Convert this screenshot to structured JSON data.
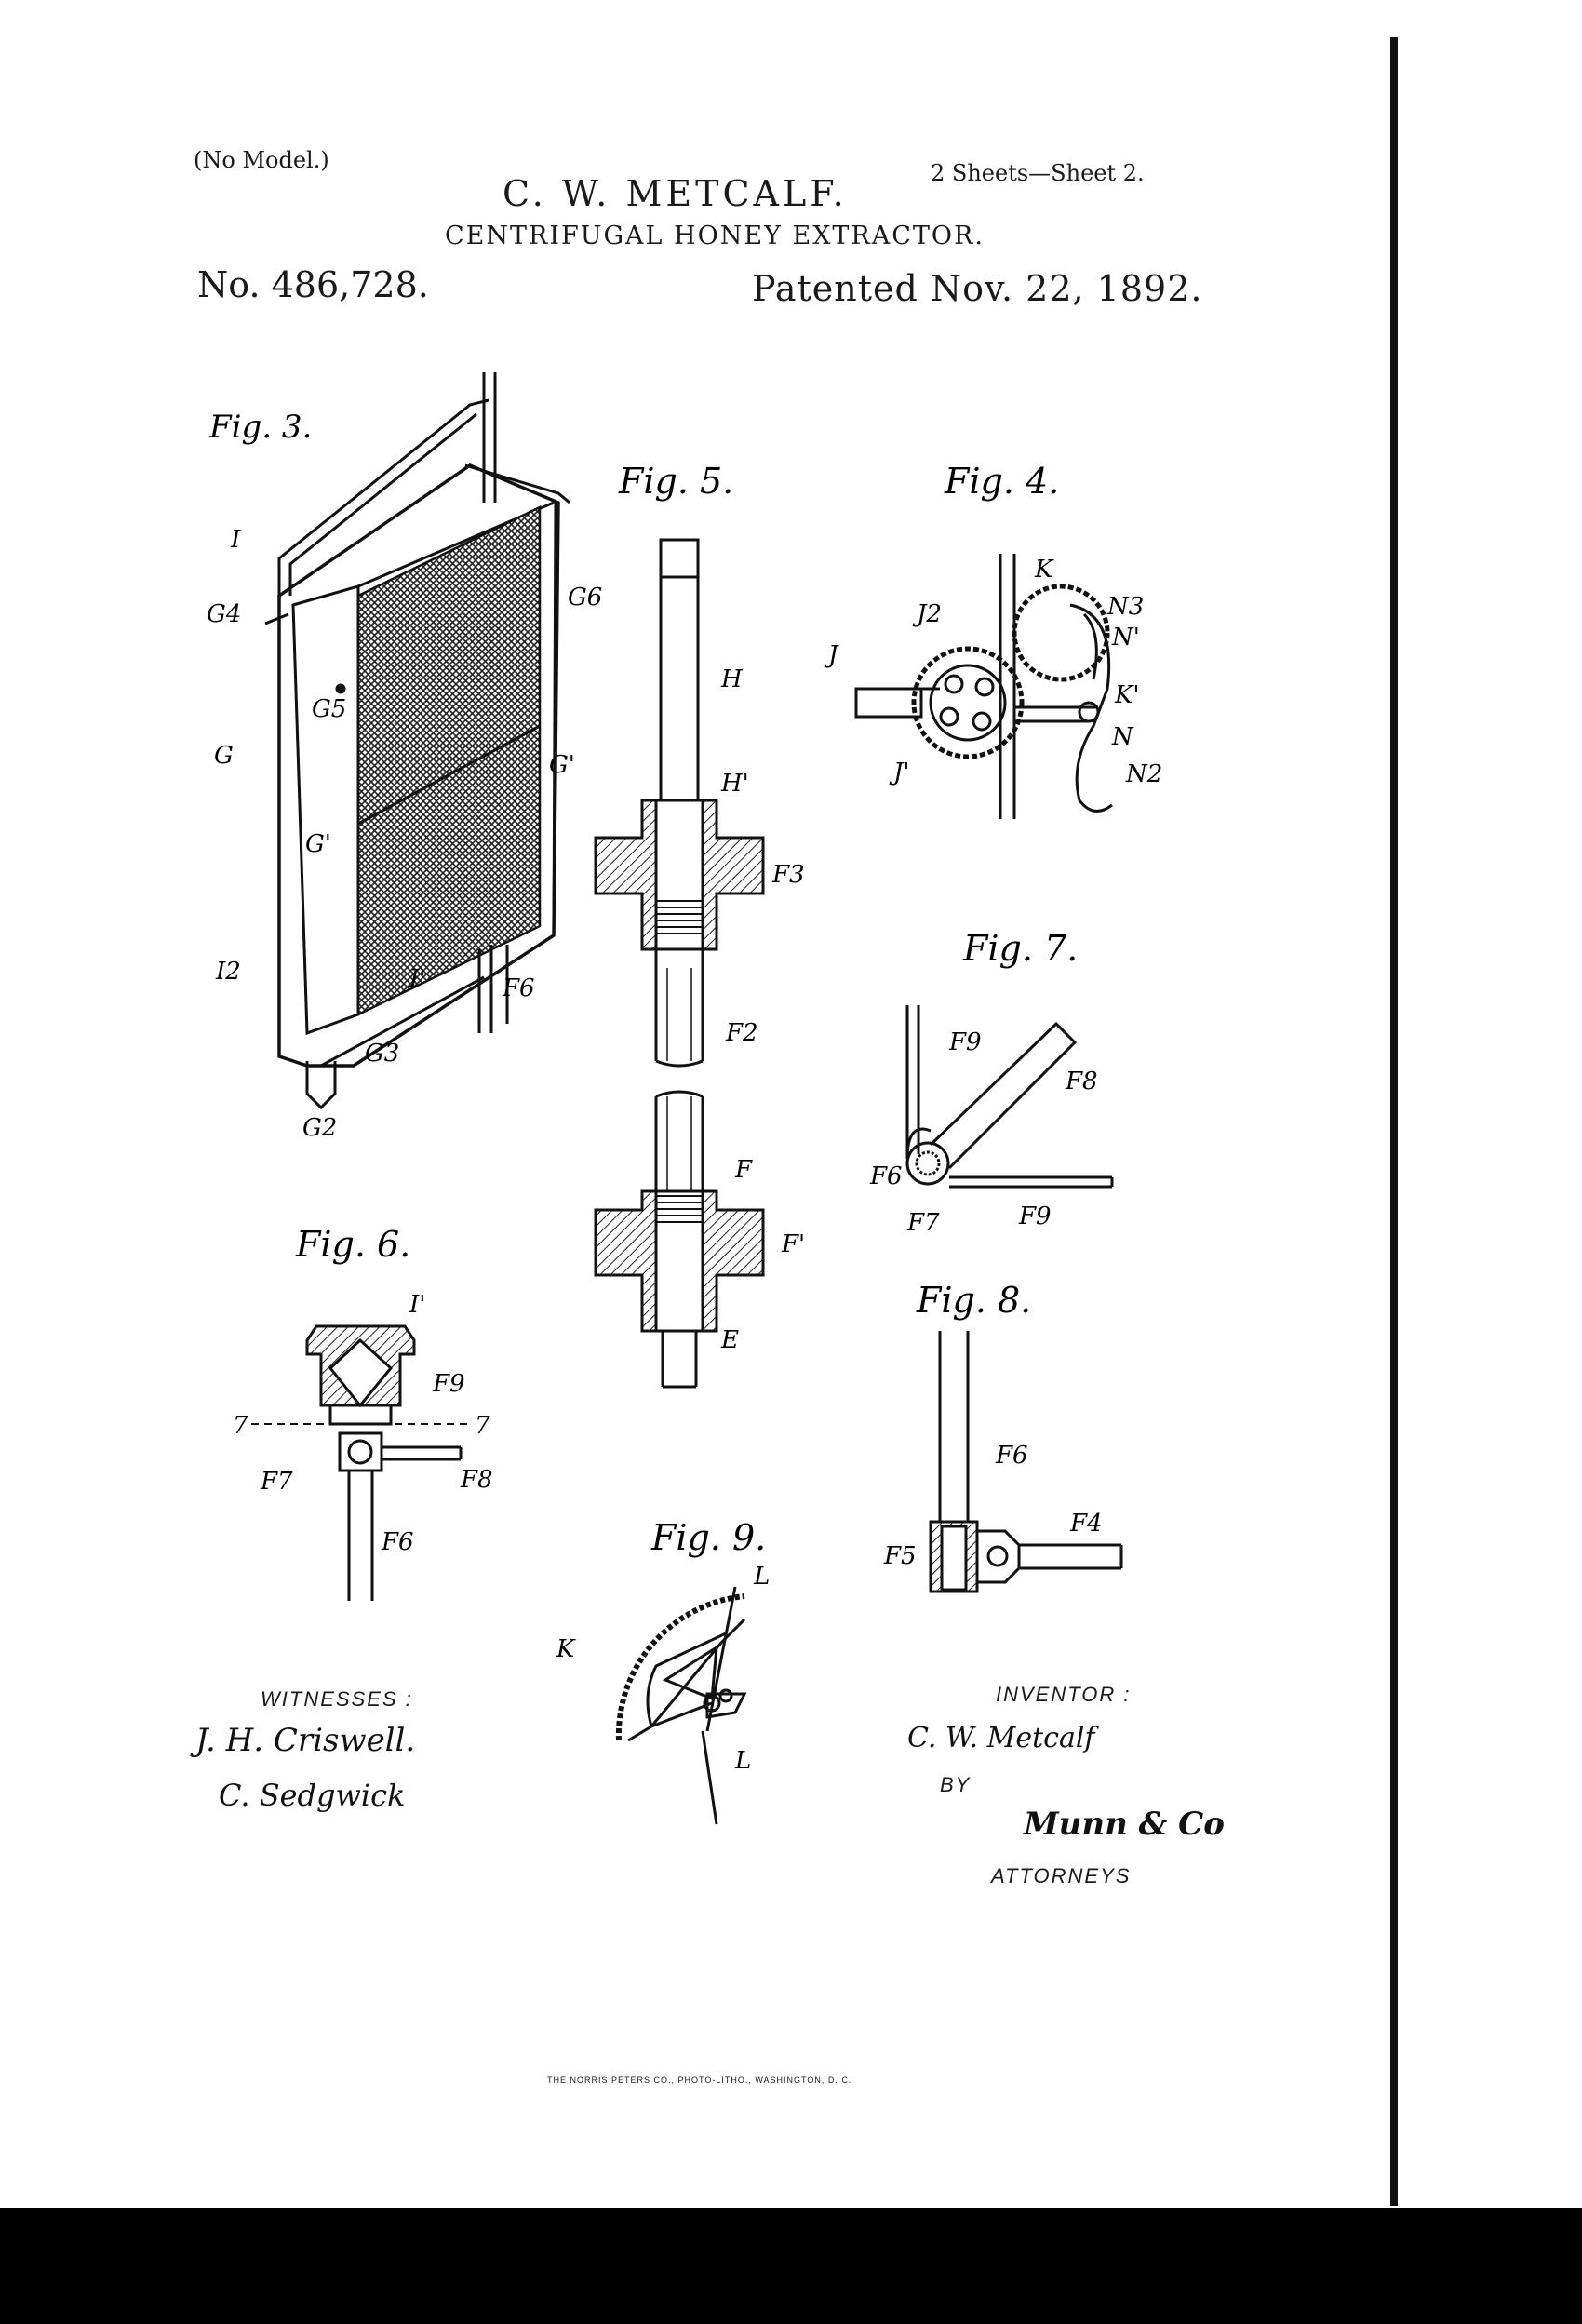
{
  "header": {
    "model": "(No Model.)",
    "sheets": "2 Sheets—Sheet 2.",
    "inventor": "C. W. METCALF.",
    "title": "CENTRIFUGAL HONEY EXTRACTOR.",
    "number": "No. 486,728.",
    "patented": "Patented Nov. 22, 1892."
  },
  "figures": {
    "fig3": {
      "label": "Fig. 3.",
      "refs": [
        "I",
        "G4",
        "G6",
        "G5",
        "G",
        "G'",
        "G'",
        "I2",
        "I'",
        "F6",
        "G3",
        "G2"
      ]
    },
    "fig5": {
      "label": "Fig. 5.",
      "refs": [
        "H",
        "H'",
        "F3",
        "F2",
        "F",
        "F'",
        "E"
      ]
    },
    "fig4": {
      "label": "Fig. 4.",
      "refs": [
        "K",
        "J2",
        "N3",
        "N'",
        "J",
        "K'",
        "N",
        "J'",
        "N2"
      ]
    },
    "fig7": {
      "label": "Fig. 7.",
      "refs": [
        "F9",
        "F8",
        "F6",
        "F7",
        "F9"
      ]
    },
    "fig6": {
      "label": "Fig. 6.",
      "refs": [
        "I'",
        "F9",
        "7",
        "7",
        "F7",
        "F8",
        "F6"
      ]
    },
    "fig8": {
      "label": "Fig. 8.",
      "refs": [
        "F6",
        "F4",
        "F5"
      ]
    },
    "fig9": {
      "label": "Fig. 9.",
      "refs": [
        "L",
        "K",
        "L"
      ]
    }
  },
  "footer": {
    "witnesses_label": "WITNESSES :",
    "witness_1": "J. H. Criswell.",
    "witness_2": "C. Sedgwick",
    "inventor_label": "INVENTOR :",
    "inventor_sig": "C. W. Metcalf",
    "by_label": "BY",
    "attorney_sig": "Munn & Co",
    "attorneys_label": "ATTORNEYS",
    "printer": "THE NORRIS PETERS CO., PHOTO-LITHO., WASHINGTON, D. C."
  }
}
